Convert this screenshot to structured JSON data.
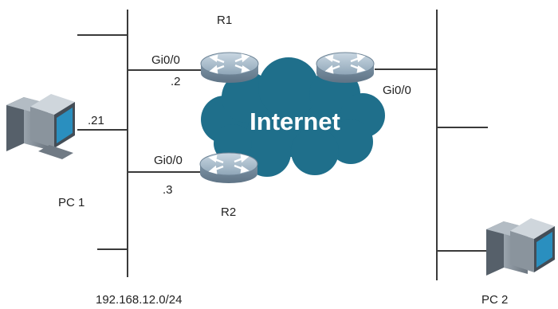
{
  "routers": {
    "r1": {
      "name": "R1",
      "if_left": "Gi0/0",
      "ip_suffix": ".2"
    },
    "r2": {
      "name": "R2",
      "if_left": "Gi0/0",
      "ip_suffix": ".3"
    },
    "r3": {
      "if_right": "Gi0/0"
    }
  },
  "cloud": {
    "label": "Internet",
    "color": "#1f6f8b"
  },
  "hosts": {
    "pc1": {
      "name": "PC 1",
      "ip_suffix": ".21"
    },
    "pc2": {
      "name": "PC 2"
    }
  },
  "networks": {
    "left_subnet": "192.168.12.0/24"
  },
  "icons": {
    "router": "router-icon",
    "pc": "desktop-computer-icon",
    "cloud": "cloud-icon"
  }
}
